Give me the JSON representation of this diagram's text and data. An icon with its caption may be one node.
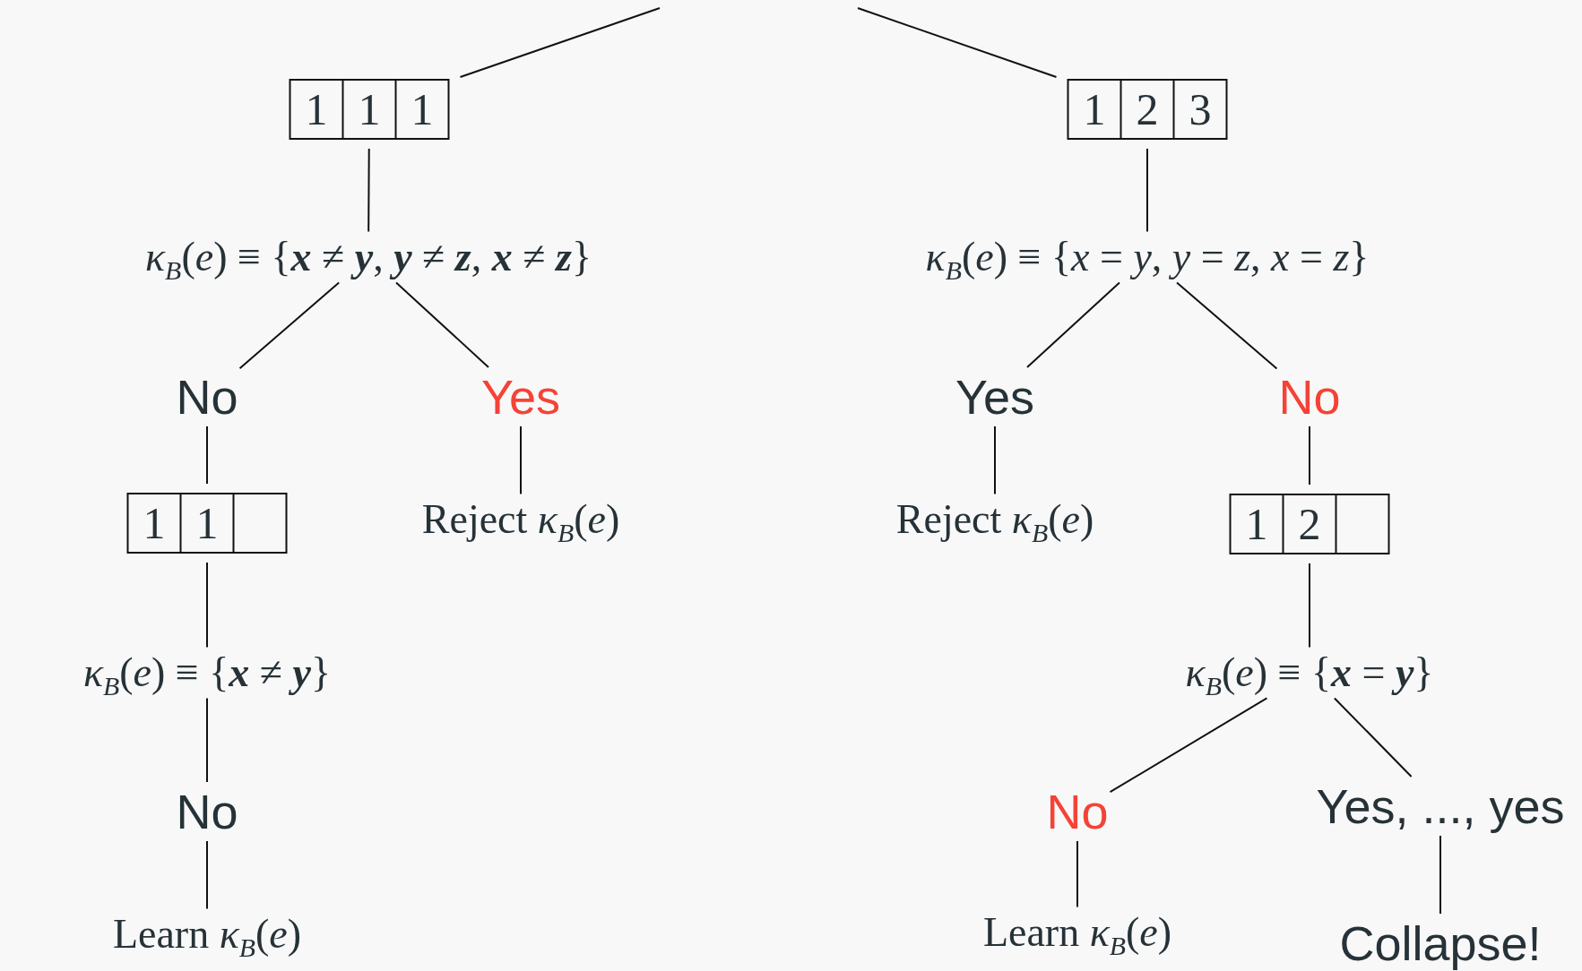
{
  "diagram": {
    "nodes": [
      {
        "text": [
          "1",
          "1",
          "1"
        ]
      },
      {
        "text": [
          "1",
          "2",
          "3"
        ]
      },
      {
        "text": [
          "*κ*$_{B}$(*e*) ≡ {**x** ≠ **y**, **y** ≠ **z**, **x** ≠ **z**}"
        ]
      },
      {
        "text": [
          "*κ*$_{B}$(*e*) ≡ {*x* = *y*, *y* = *z*, *x* = *z*}"
        ]
      },
      {
        "text": [
          "No"
        ]
      },
      {
        "text": [
          "Yes"
        ]
      },
      {
        "text": [
          "Yes"
        ]
      },
      {
        "text": [
          "No"
        ]
      },
      {
        "text": [
          "1",
          "1"
        ]
      },
      {
        "text": [
          "Reject *κ*$_{B}$(*e*)"
        ]
      },
      {
        "text": [
          "Reject *κ*$_{B}$(*e*)"
        ]
      },
      {
        "text": [
          "1",
          "2"
        ]
      },
      {
        "text": [
          "*κ*$_{B}$(*e*) ≡ {**x** ≠ **y**}"
        ]
      },
      {
        "text": [
          "*κ*$_{B}$(*e*) ≡ {**x** = **y**}"
        ]
      },
      {
        "text": [
          "No"
        ]
      },
      {
        "text": [
          "No"
        ]
      },
      {
        "text": [
          "Yes, ..., yes"
        ]
      },
      {
        "text": [
          "Learn *κ*$_{B}$(*e*)"
        ]
      },
      {
        "text": [
          "Learn *κ*$_{B}$(*e*)"
        ]
      },
      {
        "text": [
          "Collapse!"
        ]
      }
    ],
    "edges": [
      {
        "from": null,
        "to": 0,
        "arrow": "none"
      },
      {
        "from": null,
        "to": 1,
        "arrow": "none"
      },
      {
        "from": 0,
        "to": 2,
        "arrow": "none"
      },
      {
        "from": 2,
        "to": 4,
        "arrow": "none"
      },
      {
        "from": 2,
        "to": 5,
        "arrow": "none"
      },
      {
        "from": 4,
        "to": 8,
        "arrow": "none"
      },
      {
        "from": 5,
        "to": 9,
        "arrow": "none"
      },
      {
        "from": 8,
        "to": 12,
        "arrow": "none"
      },
      {
        "from": 12,
        "to": 14,
        "arrow": "none"
      },
      {
        "from": 14,
        "to": 17,
        "arrow": "none"
      },
      {
        "from": 1,
        "to": 3,
        "arrow": "none"
      },
      {
        "from": 3,
        "to": 6,
        "arrow": "none"
      },
      {
        "from": 3,
        "to": 7,
        "arrow": "none"
      },
      {
        "from": 6,
        "to": 10,
        "arrow": "none"
      },
      {
        "from": 7,
        "to": 11,
        "arrow": "none"
      },
      {
        "from": 11,
        "to": 13,
        "arrow": "none"
      },
      {
        "from": 13,
        "to": 15,
        "arrow": "none"
      },
      {
        "from": 13,
        "to": 16,
        "arrow": "none"
      },
      {
        "from": 15,
        "to": 18,
        "arrow": "none"
      },
      {
        "from": 16,
        "to": 19,
        "arrow": "none"
      }
    ]
  }
}
